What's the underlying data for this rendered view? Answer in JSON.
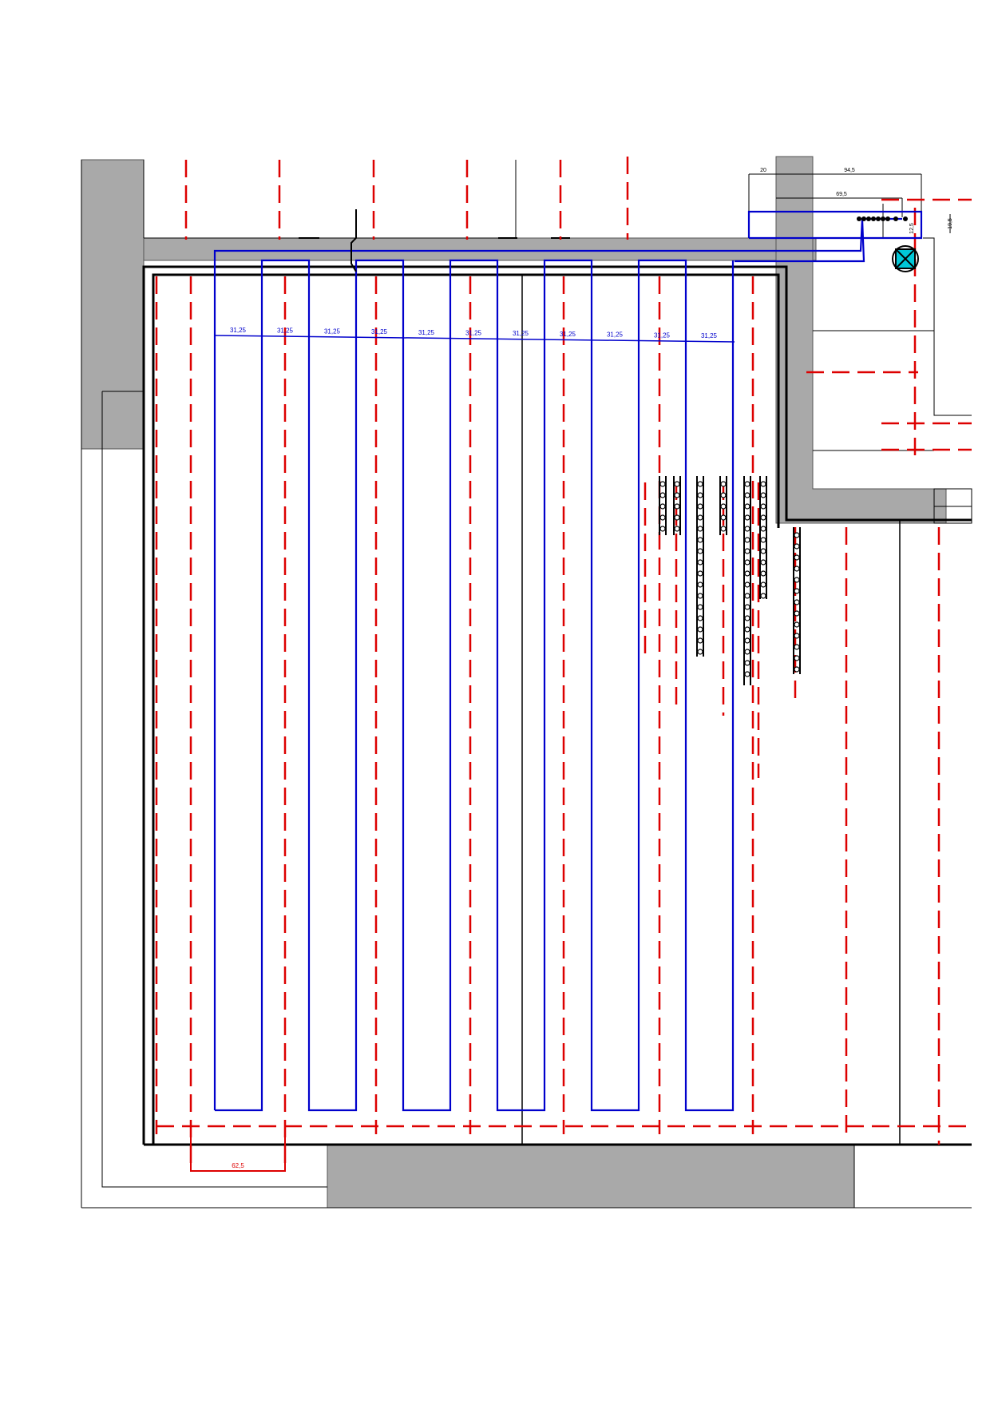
{
  "colors": {
    "wall_fill": "#a9a9a9",
    "pipe": "#0000cc",
    "axis_line": "#dd0000",
    "outline": "#000000",
    "manifold_symbol": "#00c8d8"
  },
  "dimensions": {
    "loop_spacing": [
      "31,25",
      "31,25",
      "31,25",
      "31,25",
      "31,25",
      "31,25",
      "31,25",
      "31,25",
      "31,25",
      "31,25",
      "31,25"
    ],
    "bottom_spacing": "62,5",
    "top_right": {
      "left_width": "20",
      "total_width": "94,5",
      "inner_width": "69,5",
      "small_height": "12,5",
      "right_height": "19,5"
    }
  },
  "icons": {
    "manifold": "boxed-x-icon",
    "riser": "pipe-riser-icon"
  }
}
